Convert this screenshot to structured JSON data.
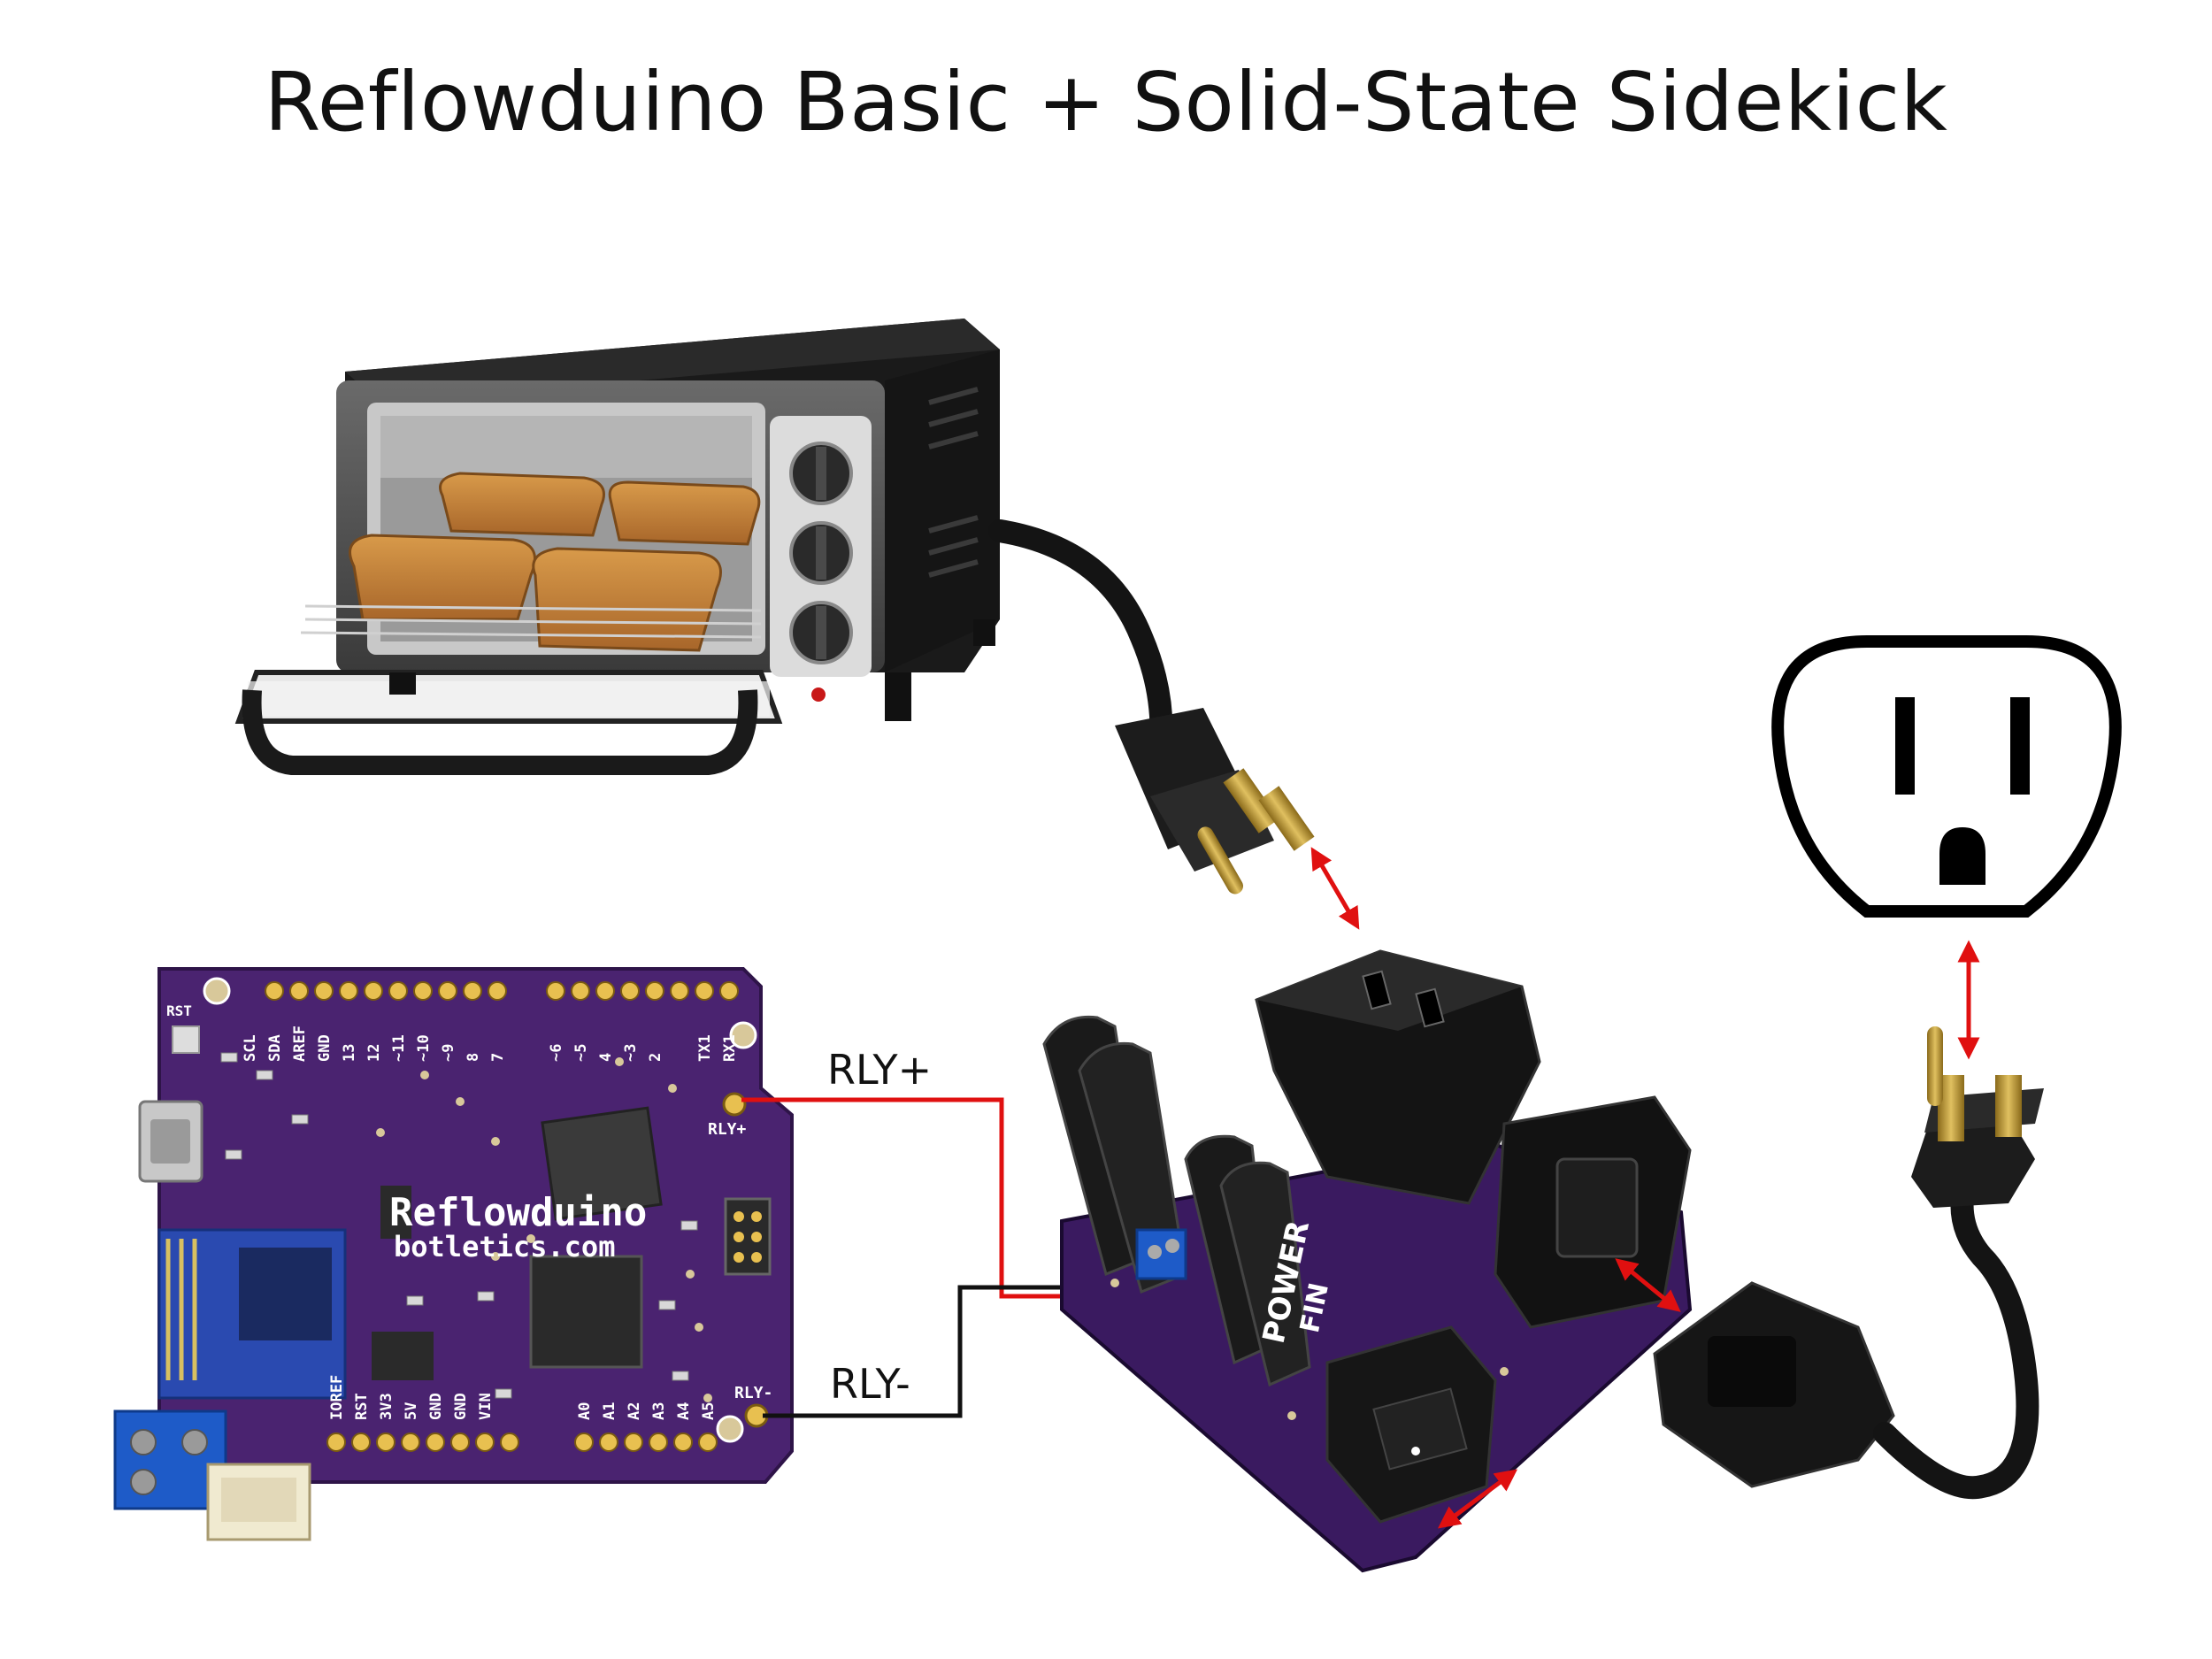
{
  "title": "Reflowduino Basic + Solid-State Sidekick",
  "labels": {
    "rly_plus": "RLY+",
    "rly_minus": "RLY-"
  },
  "board": {
    "brand": "Reflowduino",
    "site": "botletics.com",
    "pin_rly_plus": "RLY+",
    "pin_rly_minus": "RLY-",
    "pin_rst": "RST",
    "pins_top": [
      "SCL",
      "SDA",
      "AREF",
      "GND",
      "13",
      "12",
      "~11",
      "~10",
      "~9",
      "8",
      "7",
      "~6",
      "~5",
      "4",
      "~3",
      "2",
      "TX1",
      "RX1"
    ],
    "pins_bottom": [
      "IOREF",
      "RST",
      "3V3",
      "5V",
      "GND",
      "GND",
      "VIN",
      "A0",
      "A1",
      "A2",
      "A3",
      "A4",
      "A5"
    ]
  },
  "sidekick": {
    "fin_text_1": "POWER",
    "fin_text_2": "FIN"
  },
  "colors": {
    "wire_plus": "#e01010",
    "wire_minus": "#111111",
    "arrow": "#e01010",
    "pcb": "#4a2370"
  }
}
